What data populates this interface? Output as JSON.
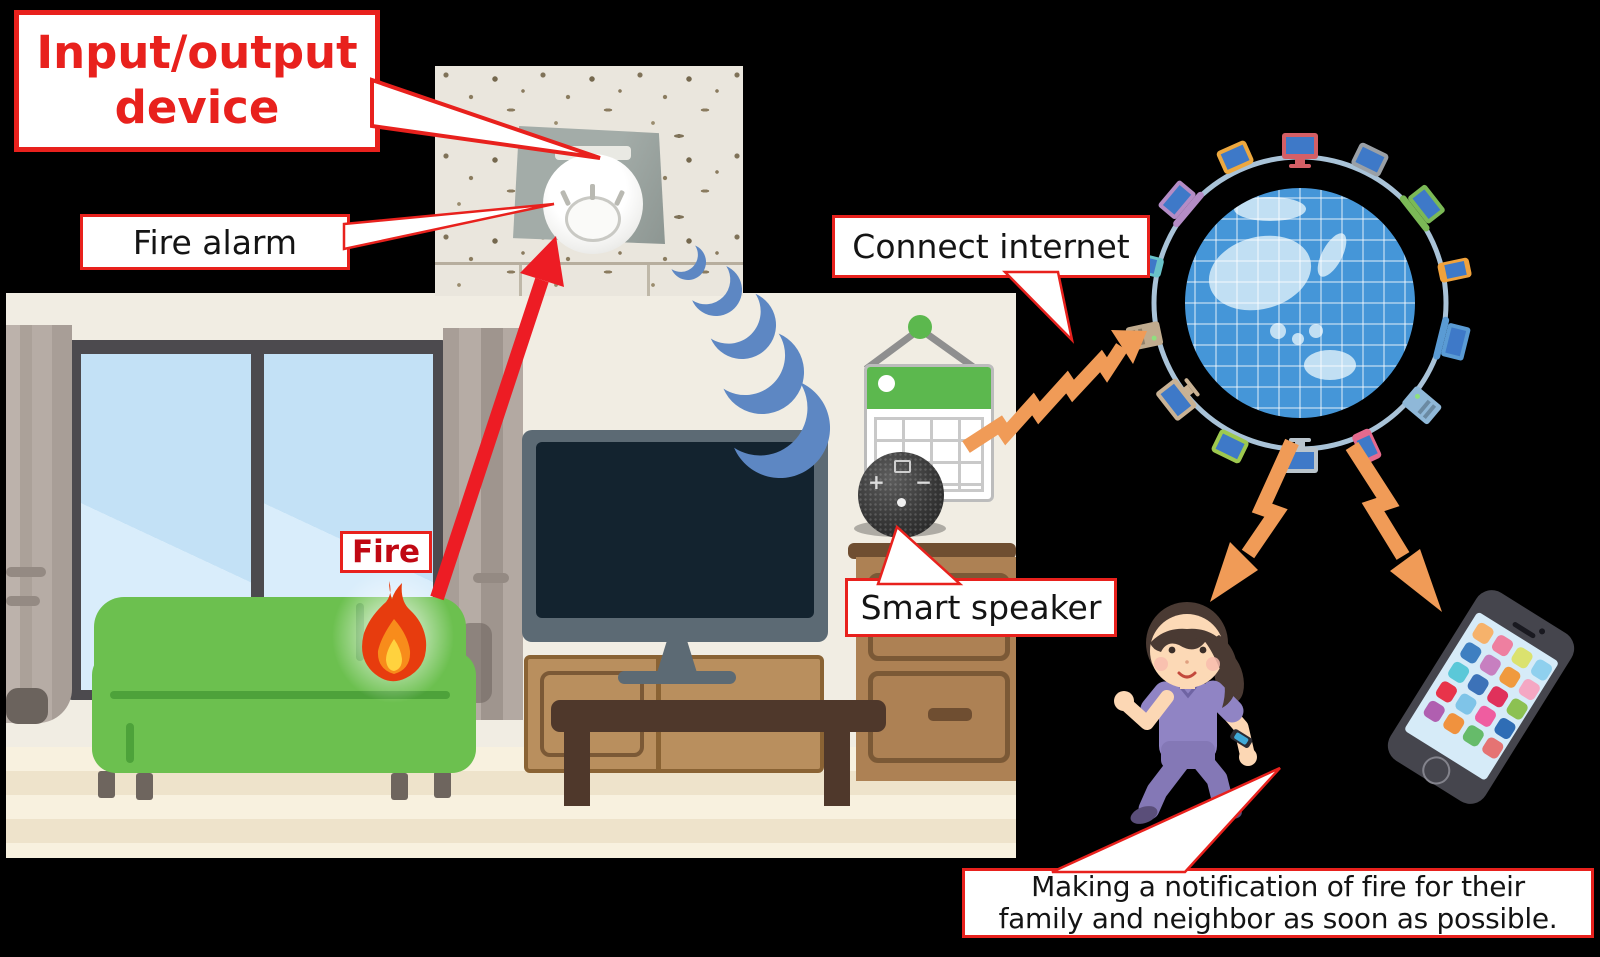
{
  "callouts": {
    "io_device": {
      "line1": "Input/output",
      "line2": "device"
    },
    "fire_alarm": {
      "label": "Fire alarm"
    },
    "fire": {
      "label": "Fire"
    },
    "connect_internet": {
      "label": "Connect internet"
    },
    "smart_speaker": {
      "label": "Smart speaker"
    },
    "notification": {
      "line1": "Making a notification of fire for their",
      "line2": "family and neighbor as soon as possible."
    }
  },
  "scene": {
    "icons": [
      "fire-alarm-photo",
      "flame-icon",
      "wifi-waves-icon",
      "smart-speaker-icon",
      "calendar-icon",
      "tv-icon",
      "couch-icon",
      "window-icon",
      "curtain-icon",
      "internet-globe-icon",
      "walking-person-icon",
      "smartphone-icon",
      "fire-to-alarm-arrow",
      "speaker-to-internet-arrow",
      "internet-to-person-arrow",
      "internet-to-phone-arrow"
    ]
  },
  "colors": {
    "background": "#000000",
    "callout_red": "#e8211d",
    "fire_text_red": "#c00813",
    "arrow_red": "#ed1c24",
    "wifi_blue": "#5d87c3",
    "bolt_orange": "#f09b57",
    "globe_blue": "#4596d8",
    "couch_green": "#6cc04f",
    "calendar_green": "#5cb84e"
  },
  "phone": {
    "icon_colors": [
      "#f6b26b",
      "#ee7fa0",
      "#dbe26e",
      "#8fd0ee",
      "#3e7fc1",
      "#c77fc0",
      "#f09a3e",
      "#f4a7c3",
      "#5bc8d8",
      "#3c72b8",
      "#e0315b",
      "#8cc152",
      "#e8344a",
      "#7fc4e8",
      "#ef5da0",
      "#2f6db5",
      "#b05fb0",
      "#f0923e",
      "#66bb6a",
      "#e57373"
    ]
  }
}
